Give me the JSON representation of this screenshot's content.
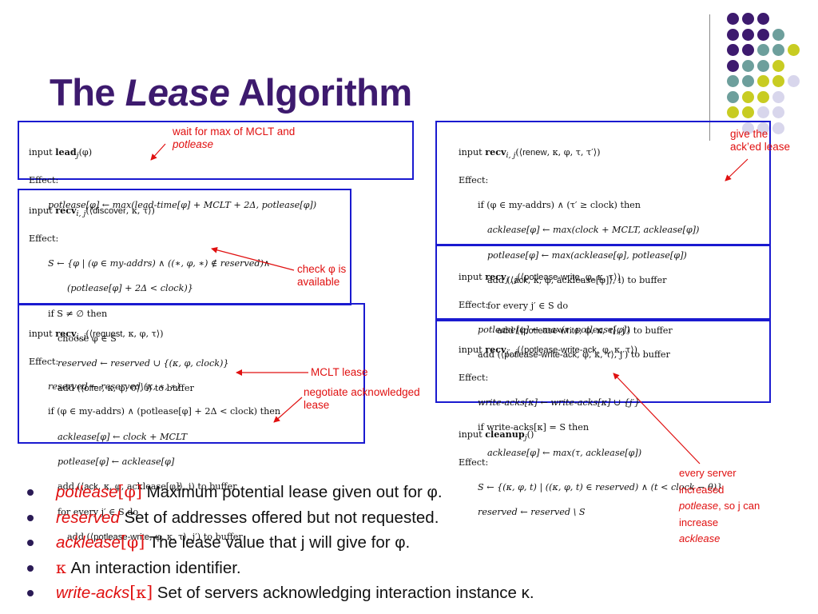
{
  "title": {
    "part1": "The",
    "part2": "Lease",
    "part3": "Algorithm"
  },
  "deco_colors": {
    "purple": "#3d1a6e",
    "teal": "#6d9f9c",
    "yellow": "#c8cc22",
    "lilac": "#d8d6ec"
  },
  "code_lead": {
    "l1a": "input ",
    "l1b": "lead",
    "l1c": "j",
    "l1d": "(φ)",
    "l2": "Effect:",
    "l3": "potlease[φ] ← max(lead-time[φ] + MCLT + 2Δ, potlease[φ])"
  },
  "code_discover": {
    "l1a": "input ",
    "l1b": "recv",
    "l1c": "i, j",
    "l1d": "(⟨",
    "l1e": "discover",
    "l1f": ", κ, τ⟩)",
    "l2": "Effect:",
    "l3": "S ← {φ | (φ ∈ my-addrs) ∧ ((∗, φ, ∗) ∉ reserved)∧",
    "l4": "(potlease[φ] + 2Δ < clock)}",
    "l5": "if S ≠ ∅ then",
    "l6": "choose φ ∈ S",
    "l7": "reserved ← reserved ∪ {(κ, φ, clock)}",
    "l8a": "add (⟨",
    "l8b": "offer",
    "l8c": ", κ, φ, 0⟩, i) to buffer"
  },
  "code_request": {
    "l1a": "input ",
    "l1b": "recv",
    "l1c": "i, j",
    "l1d": "(⟨",
    "l1e": "request",
    "l1f": ", κ, φ, τ⟩)",
    "l2": "Effect:",
    "l3": "reserved ← reserved\\(κ, ∗, ∗)",
    "l4": "if (φ ∈ my-addrs) ∧ (potlease[φ] + 2Δ < clock) then",
    "l5": "acklease[φ] ← clock + MCLT",
    "l6": "potlease[φ] ← acklease[φ]",
    "l7a": "add (⟨",
    "l7b": "ack",
    "l7c": ", κ, φ, acklease[φ]⟩, i) to buffer",
    "l8": "for every j′ ∈ S do",
    "l9a": "add (⟨",
    "l9b": "potlease-write",
    "l9c": ", φ, κ, τ⟩, j′) to buffer"
  },
  "code_renew": {
    "l1a": "input ",
    "l1b": "recv",
    "l1c": "i, j",
    "l1d": "(⟨",
    "l1e": "renew",
    "l1f": ", κ, φ, τ, τ′⟩)",
    "l2": "Effect:",
    "l3": "if (φ ∈ my-addrs) ∧ (τ′ ≥ clock) then",
    "l4": "acklease[φ] ← max(clock + MCLT, acklease[φ])",
    "l5": "potlease[φ] ← max(acklease[φ], potlease[φ])",
    "l6a": "add (⟨",
    "l6b": "ack",
    "l6c": ", κ, φ, acklease[φ]⟩, i) to buffer",
    "l7": "for every j′ ∈ S do",
    "l8a": "add (⟨",
    "l8b": "potlease-write",
    "l8c": ", φ, κ, τ⟩, j′) to buffer"
  },
  "code_pw": {
    "l1a": "input ",
    "l1b": "recv",
    "l1c": "j′, j",
    "l1d": "(⟨",
    "l1e": "potlease-write",
    "l1f": ", φ, κ, τ⟩)",
    "l2": "Effect:",
    "l3": "potlease[φ] ← max(τ, potlease[φ])",
    "l4a": "add (⟨",
    "l4b": "potlease-write-ack",
    "l4c": ", φ, κ, τ⟩, j′) to buffer"
  },
  "code_pwa": {
    "l1a": "input ",
    "l1b": "recv",
    "l1c": "j′, j",
    "l1d": "(⟨",
    "l1e": "potlease-write-ack",
    "l1f": ", φ, κ, τ⟩)",
    "l2": "Effect:",
    "l3": "write-acks[κ] ← write-acks[κ] ∪ {j′}",
    "l4": "if write-acks[κ] = S then",
    "l5": "acklease[φ] ← max(τ, acklease[φ])"
  },
  "code_cleanup": {
    "l1a": "input ",
    "l1b": "cleanup",
    "l1c": "j",
    "l1d": "()",
    "l2": "Effect:",
    "l3": "S ← {(κ, φ, t) | ((κ, φ, t) ∈ reserved) ∧ (t < clock − θ)}",
    "l4": "reserved ← reserved \\ S"
  },
  "annotations": {
    "wait_l1": "wait for max of MCLT and",
    "wait_l2": "potlease",
    "check_l1": "check φ is",
    "check_l2": "available",
    "mclt": "MCLT lease",
    "negotiate_l1": "negotiate acknowledged",
    "negotiate_l2": "lease",
    "give_l1": "give the",
    "give_l2": "ack’ed lease",
    "every_l1": "every server",
    "every_l2": "increased",
    "every_l3a": "potlease",
    "every_l3b": ", so j can",
    "every_l4": "increase",
    "every_l5": "acklease"
  },
  "bullets": [
    {
      "term": "potlease",
      "sym": "[φ]",
      "desc": " Maximum potential lease given out for φ."
    },
    {
      "term": "reserved",
      "sym": "",
      "desc": " Set of addresses offered but not requested."
    },
    {
      "term": "acklease",
      "sym": "[φ]",
      "desc": " The lease value that j will give for φ."
    },
    {
      "term": "",
      "sym": "κ",
      "desc": " An interaction identifier."
    },
    {
      "term": "write-acks",
      "sym": "[κ]",
      "desc": " Set of servers acknowledging interaction instance κ."
    }
  ]
}
